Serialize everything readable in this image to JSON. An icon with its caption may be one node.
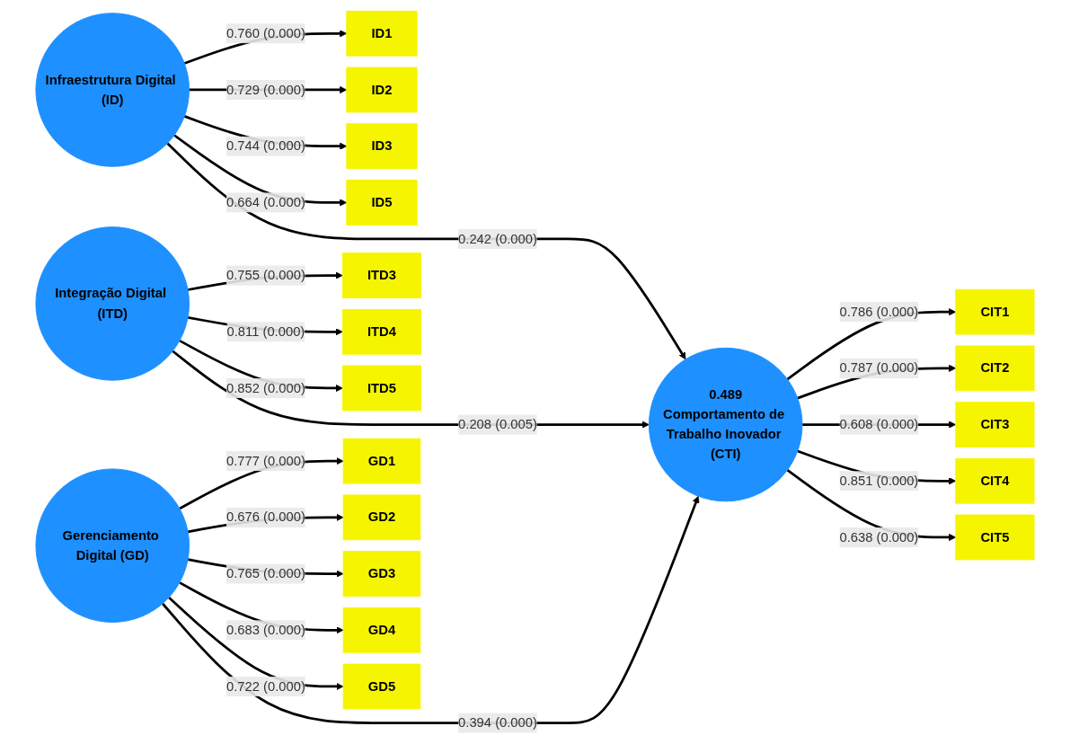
{
  "diagram": {
    "nodes": [
      {
        "text": [
          "ID1"
        ]
      },
      {
        "text": [
          "ID2"
        ]
      },
      {
        "text": [
          "ID3"
        ]
      },
      {
        "text": [
          "ID5"
        ]
      },
      {
        "text": [
          "Infraestrutura Digital (ID)"
        ]
      },
      {
        "text": [
          "ITD3"
        ]
      },
      {
        "text": [
          "ITD4"
        ]
      },
      {
        "text": [
          "ITD5"
        ]
      },
      {
        "text": [
          "Integração Digital (ITD)"
        ]
      },
      {
        "text": [
          "GD1"
        ]
      },
      {
        "text": [
          "GD2"
        ]
      },
      {
        "text": [
          "GD3"
        ]
      },
      {
        "text": [
          "GD4"
        ]
      },
      {
        "text": [
          "GD5"
        ]
      },
      {
        "text": [
          "Gerenciamento Digital (GD)"
        ]
      },
      {
        "text": [
          "0.489",
          "Comportamento de Trabalho Inovador (CTI)"
        ]
      },
      {
        "text": [
          "CIT1"
        ]
      },
      {
        "text": [
          "CIT2"
        ]
      },
      {
        "text": [
          "CIT3"
        ]
      },
      {
        "text": [
          "CIT4"
        ]
      },
      {
        "text": [
          "CIT5"
        ]
      }
    ],
    "edges": [
      {
        "from": 4,
        "to": 0,
        "arrow": "to",
        "label": "0.760 (0.000)"
      },
      {
        "from": 4,
        "to": 1,
        "arrow": "to",
        "label": "0.729 (0.000)"
      },
      {
        "from": 4,
        "to": 2,
        "arrow": "to",
        "label": "0.744 (0.000)"
      },
      {
        "from": 4,
        "to": 3,
        "arrow": "to",
        "label": "0.664 (0.000)"
      },
      {
        "from": 8,
        "to": 5,
        "arrow": "to",
        "label": "0.755 (0.000)"
      },
      {
        "from": 8,
        "to": 6,
        "arrow": "to",
        "label": "0.811 (0.000)"
      },
      {
        "from": 8,
        "to": 7,
        "arrow": "to",
        "label": "0.852 (0.000)"
      },
      {
        "from": 14,
        "to": 9,
        "arrow": "to",
        "label": "0.777 (0.000)"
      },
      {
        "from": 14,
        "to": 10,
        "arrow": "to",
        "label": "0.676 (0.000)"
      },
      {
        "from": 14,
        "to": 11,
        "arrow": "to",
        "label": "0.765 (0.000)"
      },
      {
        "from": 14,
        "to": 12,
        "arrow": "to",
        "label": "0.683 (0.000)"
      },
      {
        "from": 14,
        "to": 13,
        "arrow": "to",
        "label": "0.722 (0.000)"
      },
      {
        "from": 4,
        "to": 15,
        "arrow": "to",
        "label": "0.242 (0.000)"
      },
      {
        "from": 8,
        "to": 15,
        "arrow": "to",
        "label": "0.208 (0.005)"
      },
      {
        "from": 14,
        "to": 15,
        "arrow": "to",
        "label": "0.394 (0.000)"
      },
      {
        "from": 15,
        "to": 16,
        "arrow": "to",
        "label": "0.786 (0.000)"
      },
      {
        "from": 15,
        "to": 17,
        "arrow": "to",
        "label": "0.787 (0.000)"
      },
      {
        "from": 15,
        "to": 18,
        "arrow": "to",
        "label": "0.608 (0.000)"
      },
      {
        "from": 15,
        "to": 19,
        "arrow": "to",
        "label": "0.851 (0.000)"
      },
      {
        "from": 15,
        "to": 20,
        "arrow": "to",
        "label": "0.638 (0.000)"
      }
    ]
  }
}
